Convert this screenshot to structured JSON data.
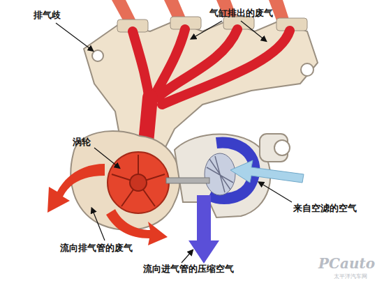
{
  "diagram": {
    "labels": [
      "排气歧",
      "气缸排出的废气",
      "涡轮",
      "来自空滤的空气",
      "流向排气管的废气",
      "流向进气管的压缩空气",
      "PCauto",
      "太平洋汽车网"
    ]
  }
}
